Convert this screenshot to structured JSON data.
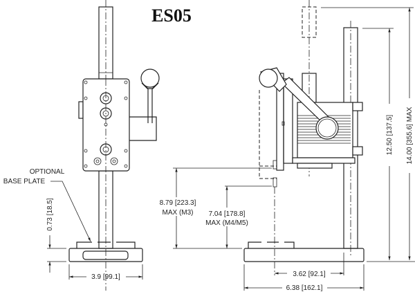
{
  "title": "ES05",
  "labels": {
    "optional_line1": "OPTIONAL",
    "optional_line2": "BASE PLATE"
  },
  "dimensions": {
    "base_height": "0.73 [18.5]",
    "base_width_left": "3.9 [99.1]",
    "m3_height": "8.79 [223.3]",
    "m3_note": "MAX (M3)",
    "m45_height": "7.04 [178.8]",
    "m45_note": "MAX (M4/M5)",
    "throat_depth": "3.62 [92.1]",
    "base_width_right": "6.38 [162.1]",
    "column_height": "12.50 [137.5]",
    "overall_height": "14.00 [355.6] MAX"
  }
}
